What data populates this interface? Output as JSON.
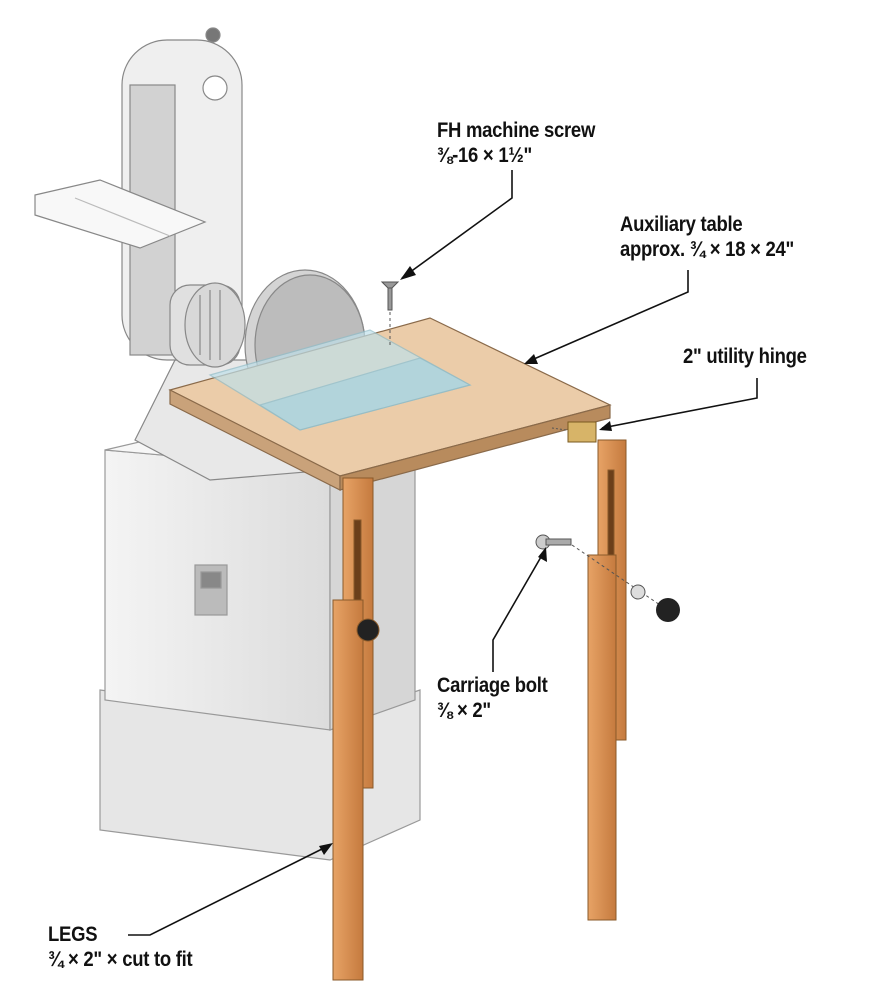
{
  "callouts": {
    "fh_screw": {
      "title": "FH machine screw",
      "size": "⅜-16 × 1½\""
    },
    "aux_table": {
      "title": "Auxiliary table",
      "size": "approx. ¾ × 18 × 24\""
    },
    "hinge": {
      "title": "2\" utility hinge"
    },
    "carriage_bolt": {
      "title": "Carriage bolt",
      "size": "⅜ × 2\""
    },
    "legs": {
      "title": "LEGS",
      "size": "¾ × 2\" × cut to fit"
    }
  },
  "colors": {
    "wood": "#d98c4f",
    "table_top": "#e9c9a6",
    "machine": "#eeeeee",
    "glass": "#bfe0ea"
  }
}
